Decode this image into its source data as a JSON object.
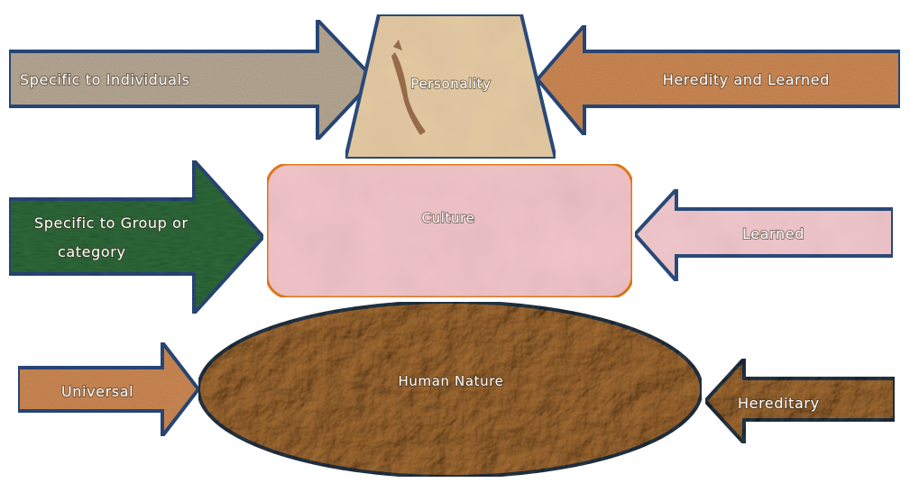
{
  "diagram": {
    "top_level": {
      "center_label": "Personality",
      "left_arrow_label": "Specific to Individuals",
      "right_arrow_label": "Heredity and Learned"
    },
    "middle_level": {
      "center_label": "Culture",
      "left_arrow_label_line1": "Specific to Group or",
      "left_arrow_label_line2": "category",
      "right_arrow_label": "Learned"
    },
    "bottom_level": {
      "center_label": "Human Nature",
      "left_arrow_label": "Universal",
      "right_arrow_label": "Hereditary"
    }
  },
  "colors": {
    "outline": "#2b4a7a",
    "culture_border": "#e07a1f",
    "culture_fill": "#efc3c8",
    "personality_fill": "#e3c9a2",
    "human_nature_fill": "#b58a58",
    "sand_arrow_fill": "#c9a27a",
    "orange_sand_fill": "#cf8a55",
    "gravel_fill": "#b9aa96",
    "green_arrow_fill": "#2f6a3a",
    "pink_arrow_fill": "#efc6cb"
  }
}
